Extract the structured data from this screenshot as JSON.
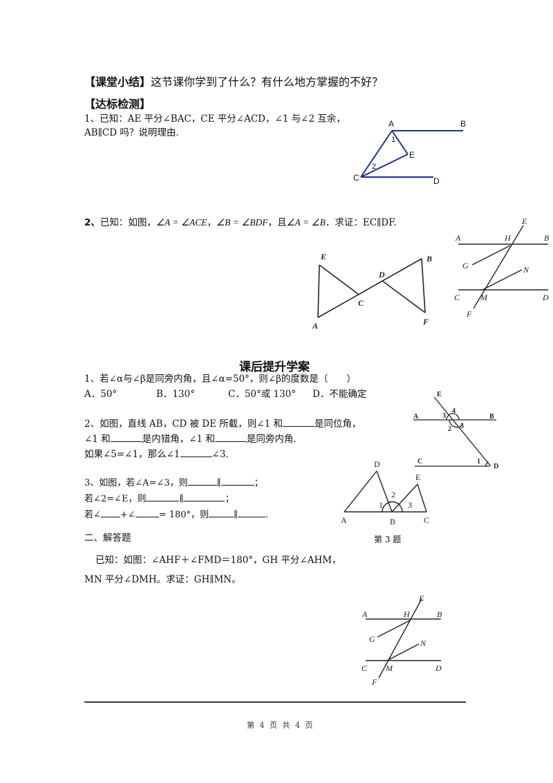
{
  "summary": {
    "label": "【课堂小结】",
    "text": "这节课你学到了什么？有什么地方掌握的不好？"
  },
  "check": {
    "label": "【达标检测】",
    "q1": {
      "line1": "1、已知：AE 平分∠BAC，CE 平分∠ACD，∠1 与∠2 互余，",
      "line2": "AB∥CD 吗？说明理由."
    },
    "q2": {
      "num": "2、",
      "pre": "已知：如图，",
      "cond1": "∠A = ∠ACE",
      "sep1": "，",
      "cond2": "∠B = ∠BDF",
      "sep2": "，且",
      "cond3": "∠A = ∠B",
      "post": "．求证：EC∥DF."
    },
    "figure1": {
      "labels": [
        "A",
        "B",
        "E",
        "C",
        "D",
        "1",
        "2"
      ],
      "color": "#1f2e9e"
    },
    "figure2": {
      "labels": [
        "E",
        "B",
        "D",
        "C",
        "A",
        "F"
      ]
    },
    "figure3": {
      "labels": [
        "A",
        "H",
        "B",
        "E",
        "G",
        "N",
        "C",
        "M",
        "D",
        "F"
      ]
    }
  },
  "homework": {
    "title": "课后提升学案",
    "q1": {
      "text": "1、若∠α与∠β是同旁内角，且∠α=50°，则∠β的度数是（　　）",
      "options": [
        "A．50°",
        "B．130°",
        "C．50°或 130°",
        "D．不能确定"
      ]
    },
    "q2": {
      "l1a": "2、如图，直线 AB，CD 被 DE 所截，则∠1 和",
      "l1b": "是同位角，",
      "l2a": "∠1 和",
      "l2b": "是内错角，∠1 和",
      "l2c": "是同旁内角.",
      "l3a": "如果∠5=∠1，那么∠1",
      "l3b": "∠3.",
      "figure": {
        "labels": [
          "E",
          "A",
          "3",
          "4",
          "B",
          "2",
          "5",
          "C",
          "1",
          "D"
        ]
      }
    },
    "q3": {
      "l1a": "3、如图，若∠A=∠3，则",
      "l1b": "∥",
      "l1c": "；",
      "l2a": "若∠2=∠E，则",
      "l2b": "∥",
      "l2c": "；",
      "l3a": "若∠",
      "l3b": "+∠",
      "l3c": "= 180°，则",
      "l3d": "∥",
      "l3e": ".",
      "figure": {
        "labels": [
          "D",
          "E",
          "1",
          "2",
          "3",
          "A",
          "B",
          "C"
        ],
        "caption": "第 3 题"
      }
    },
    "section2": {
      "label": "二、解答题",
      "line1": "已知：如图：∠AHF＋∠FMD＝180°，GH 平分∠AHM，",
      "line2": "MN 平分∠DMH。求证：GH∥MN。",
      "figure": {
        "labels": [
          "A",
          "H",
          "B",
          "E",
          "G",
          "N",
          "C",
          "M",
          "D",
          "F"
        ]
      }
    }
  },
  "footer": {
    "page": "第 4 页 共 4 页"
  }
}
